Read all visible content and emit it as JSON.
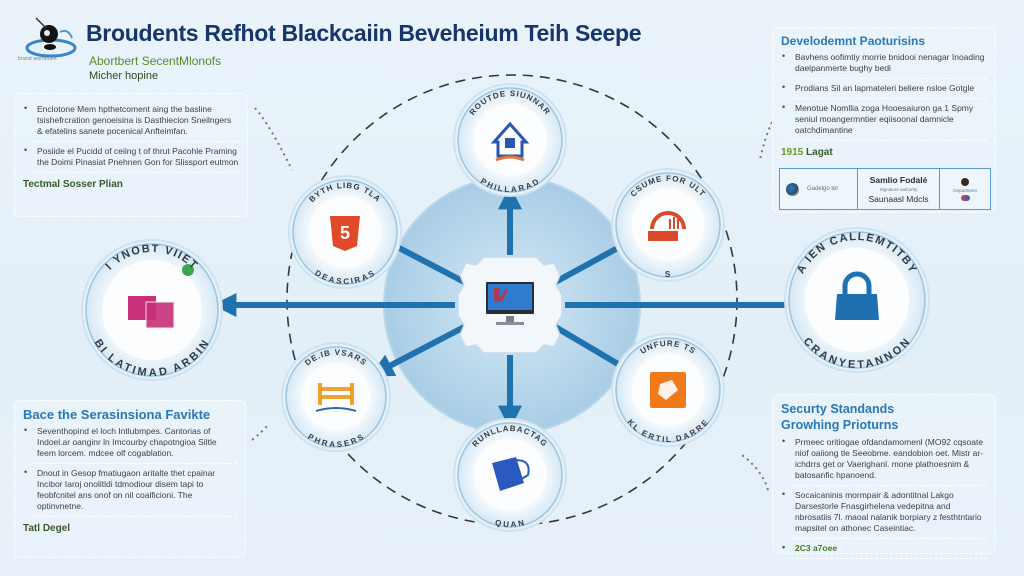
{
  "header": {
    "logo_caption": "brand wordmark",
    "title": "Broudents Refhot Blackcaiin Beveheium Teih Seepe",
    "subtitle_line1": "Abortbert SecentMlonofs",
    "subtitle_line2": "Micher hopine"
  },
  "panels": {
    "top_left": {
      "items": [
        "Enclotone Mem hpthetcoment aing the basline tsishefrcration genoeisina is Dasthiecion Sneilngers & efatelins sanete pocenical Anfteimfan.",
        "Posiide el Pucidd of ceiing t of thrut Pacohle Praming the Doimi Pinasiat Pnehnen Gon for Slissport eutmon"
      ],
      "footer": "Tectmal Sosser Plian"
    },
    "bottom_left": {
      "title": "Bace the Serasinsiona Favikte",
      "items": [
        "Seventhopind el loch Intlubmpes. Cantorias of Indoel.ar oanginr ln Imcourby chapotngioa Siltle feem lorcem. mdcee olf cogablation.",
        "Dnout in Gesop fmatiugaon aritalte thet cpainar Incibor Iaroj onolitldi tdmodiour disem tapi to feobfcnitel ans onof on nil coalficioni. The optinvnetne."
      ],
      "footer": "Tatl Degel"
    },
    "top_right": {
      "title": "Develodemnt Paoturisins",
      "items": [
        "Bavhens oofimtiy morrie bnidooi nenagar Inoading daelpanmerte bughy bedi",
        "Prodians Sil an lapmateleri beliere nsloe Gotgle",
        "Menotue Nomllia zoga Hooesaiuron ga 1 Spmy seniul moangermntier eqiisoonal damnicle oatchdimantine"
      ],
      "footer_number": "1915",
      "footer_text": "Lagat",
      "signoff": {
        "left_label": "Gadelgo ter",
        "middle_name": "Samlio Fodalé",
        "middle_caption": "Signature authority",
        "middle_name2": "Saunaasl Mdcls",
        "right_caption": "Department"
      }
    },
    "bottom_right": {
      "title_line1": "Securty Standands",
      "title_line2": "Growhing Prioturns",
      "items": [
        "Prmeec oritiogae ofdandamomenl (MO92 cqsoate niof oaiiong tle Seeobme. eandobion oet. Mistr ar-ichdrrs get or Vaerighanl. mone plathoesnim & batosanfic hpanoend.",
        "Socaicaninis mormpair & adontitnal Lakgo Darsestorle Fnasgirhelena vedepitna and nbrosatiis 7l. maoal nalanik borpiary z festhtntario mapsitel on athonec Caseintiac.",
        "2C3 a7oee"
      ]
    }
  },
  "diagram": {
    "hub": {
      "label": "central workstation",
      "icon": "monitor-icon"
    },
    "nodes": [
      {
        "id": "top",
        "label_top": "ROUTDE SIUNNAR",
        "label_bottom": "PHILLARAD",
        "icon": "house-lock-icon",
        "icon_color": "#2a56b0"
      },
      {
        "id": "upper-left",
        "label_top": "BYTH LIBG TLA",
        "label_bottom": "DEASCIRAS",
        "icon": "html5-shield-icon",
        "icon_color": "#e04a2a"
      },
      {
        "id": "upper-right",
        "label_top": "CSUME FOR ULT",
        "label_bottom": "S",
        "icon": "fingerprint-scanner-icon",
        "icon_color": "#d84a2a"
      },
      {
        "id": "left",
        "label_top": "I YNOBT VIIET",
        "label_bottom": "BI LATIMAD ARBIN",
        "icon": "pink-cards-icon",
        "icon_color": "#c8307a"
      },
      {
        "id": "right",
        "label_top": "A IEN CALLEMTITBY",
        "label_bottom": "CRANYETANNON",
        "icon": "padlock-icon",
        "icon_color": "#1f70b0"
      },
      {
        "id": "lower-left",
        "label_top": "DE.IB VSARS",
        "label_bottom": "PHRASERS",
        "icon": "bridge-icon",
        "icon_color": "#f0a030"
      },
      {
        "id": "bottom",
        "label_top": "RUNLLABACTAG",
        "label_bottom": "QUAN",
        "icon": "blue-folder-icon",
        "icon_color": "#2a5ac0"
      },
      {
        "id": "lower-right",
        "label_top": "UNFURE TS",
        "label_bottom": "KL ERTIL DARRE",
        "icon": "orange-box-icon",
        "icon_color": "#f07a1a"
      }
    ]
  },
  "colors": {
    "title": "#16356a",
    "arrow": "#1f72ad",
    "accent": "#2878b8",
    "subtitle_green": "#5a8a2a"
  }
}
